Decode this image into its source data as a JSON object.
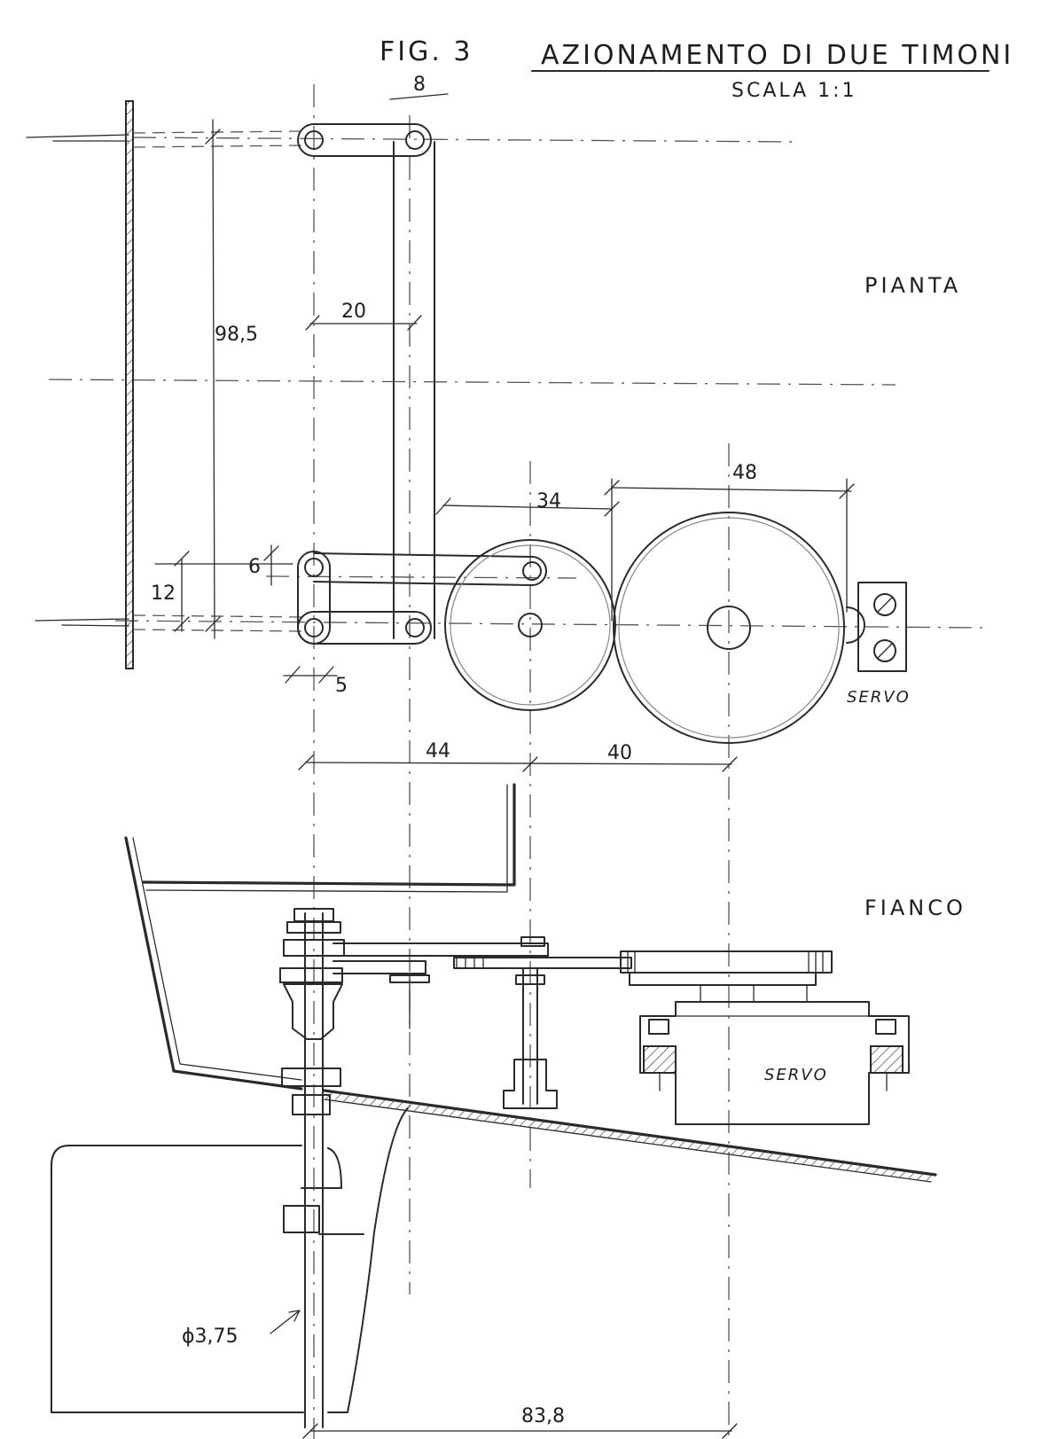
{
  "title": {
    "figure": "FIG. 3",
    "heading": "AZIONAMENTO DI DUE TIMONI",
    "scale": "SCALA 1:1"
  },
  "views": {
    "plan": "PIANTA",
    "side": "FIANCO"
  },
  "labels": {
    "servo_plan": "SERVO",
    "servo_side": "SERVO"
  },
  "dimensions": {
    "d8": "8",
    "d20": "20",
    "d98_5": "98,5",
    "d34": "34",
    "d48": "48",
    "d6": "6",
    "d12": "12",
    "d5": "5",
    "d44": "44",
    "d40": "40",
    "d3_75": "ϕ3,75",
    "d83_8": "83,8"
  }
}
